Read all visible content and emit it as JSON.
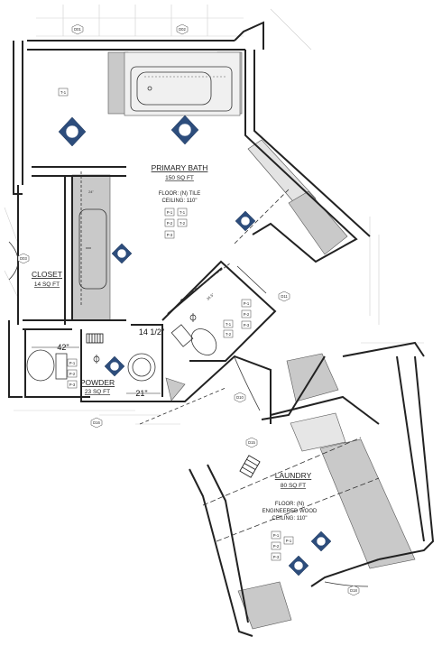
{
  "rooms": {
    "primary_bath": {
      "name": "PRIMARY BATH",
      "area": "150 SQ FT",
      "floor": "FLOOR: (N) TILE",
      "ceiling": "CEILING: 110\""
    },
    "closet": {
      "name": "CLOSET",
      "area": "14 SQ FT"
    },
    "powder": {
      "name": "POWDER",
      "area": "23 SQ FT"
    },
    "laundry": {
      "name": "LAUNDRY",
      "area": "80 SQ FT",
      "floor_1": "FLOOR: (N)",
      "floor_2": "ENGINEERED WOOD",
      "ceiling": "CEILING: 110\""
    }
  },
  "dimensions": {
    "d42": "42\"",
    "d14half": "14 1/2\"",
    "d21": "21\"",
    "d24": "24\"",
    "d36": "36.5\""
  },
  "door_tags": {
    "d01": "D01",
    "d02": "D02",
    "d03": "D03",
    "d10": "D10",
    "d11": "D11",
    "d15": "D15",
    "d16": "D16",
    "d18": "D18"
  },
  "finish_tags": {
    "bath": [
      "P-1",
      "T-1",
      "P-2",
      "T-2",
      "P-3"
    ],
    "shower": [
      "T-1",
      "P-1",
      "P-2",
      "T-2",
      "P-3"
    ],
    "tub_tag": "T-1",
    "powder": [
      "P-1",
      "P-2",
      "P-3"
    ],
    "laundry": [
      "P-1",
      "P-1",
      "P-2",
      "P-3"
    ]
  },
  "colors": {
    "wall": "#222222",
    "fill_gray": "#c8c8c8",
    "marker_blue": "#2d4d7c"
  }
}
